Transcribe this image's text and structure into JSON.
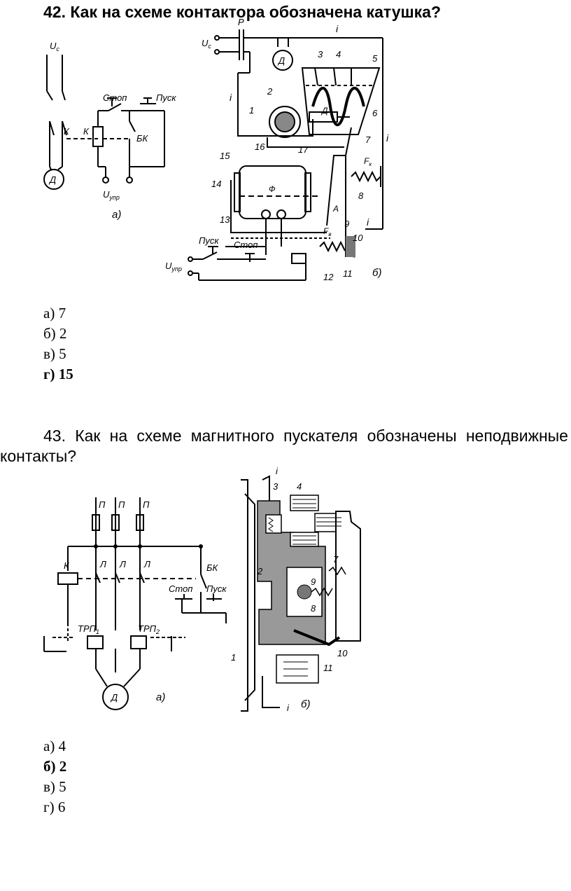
{
  "q42": {
    "title": "42. Как на схеме контактора обозначена катушка?",
    "answers": [
      "а) 7",
      "б) 2",
      "в) 5",
      "г) 15"
    ],
    "diagram_a": {
      "uc": "U",
      "uc_sub": "с",
      "k1": "К",
      "k2": "К",
      "stop": "Стоп",
      "start": "Пуск",
      "bk": "БК",
      "motor": "Д",
      "uupr": "U",
      "uupr_sub": "упр",
      "caption": "а)"
    },
    "diagram_b": {
      "p": "Р",
      "uc": "U",
      "uc_sub": "с",
      "motor": "Д",
      "i1": "i",
      "i2": "i",
      "i3": "i",
      "i4": "i",
      "d": "Д",
      "phi": "Ф",
      "fk": "F",
      "fk_sub": "к",
      "fv": "F",
      "fv_sub": "в",
      "a": "А",
      "stop": "Стоп",
      "start": "Пуск",
      "uupr": "U",
      "uupr_sub": "упр",
      "caption": "б)",
      "numbers": [
        "1",
        "2",
        "3",
        "4",
        "5",
        "6",
        "7",
        "8",
        "9",
        "10",
        "11",
        "12",
        "13",
        "14",
        "15",
        "16",
        "17"
      ]
    }
  },
  "q43": {
    "title_words": [
      "43.",
      "Как",
      "на",
      "схеме",
      "магнитного",
      "пускателя",
      "обозначены",
      "неподвижные"
    ],
    "title_line2": "контакты?",
    "answers": [
      "а) 4",
      "б) 2",
      "в) 5",
      "г) 6"
    ],
    "diagram_a": {
      "p1": "П",
      "p2": "П",
      "p3": "П",
      "l1": "Л",
      "l2": "Л",
      "l3": "Л",
      "k": "К",
      "bk": "БК",
      "stop": "Стоп",
      "start": "Пуск",
      "trp1": "ТРП",
      "trp1_sub": "1",
      "trp2": "ТРП",
      "trp2_sub": "2",
      "motor": "Д",
      "caption": "а)"
    },
    "diagram_b": {
      "i_top": "i",
      "i_bottom": "i",
      "numbers": [
        "1",
        "2",
        "3",
        "4",
        "7",
        "8",
        "9",
        "10",
        "11"
      ],
      "caption": "б)"
    }
  }
}
